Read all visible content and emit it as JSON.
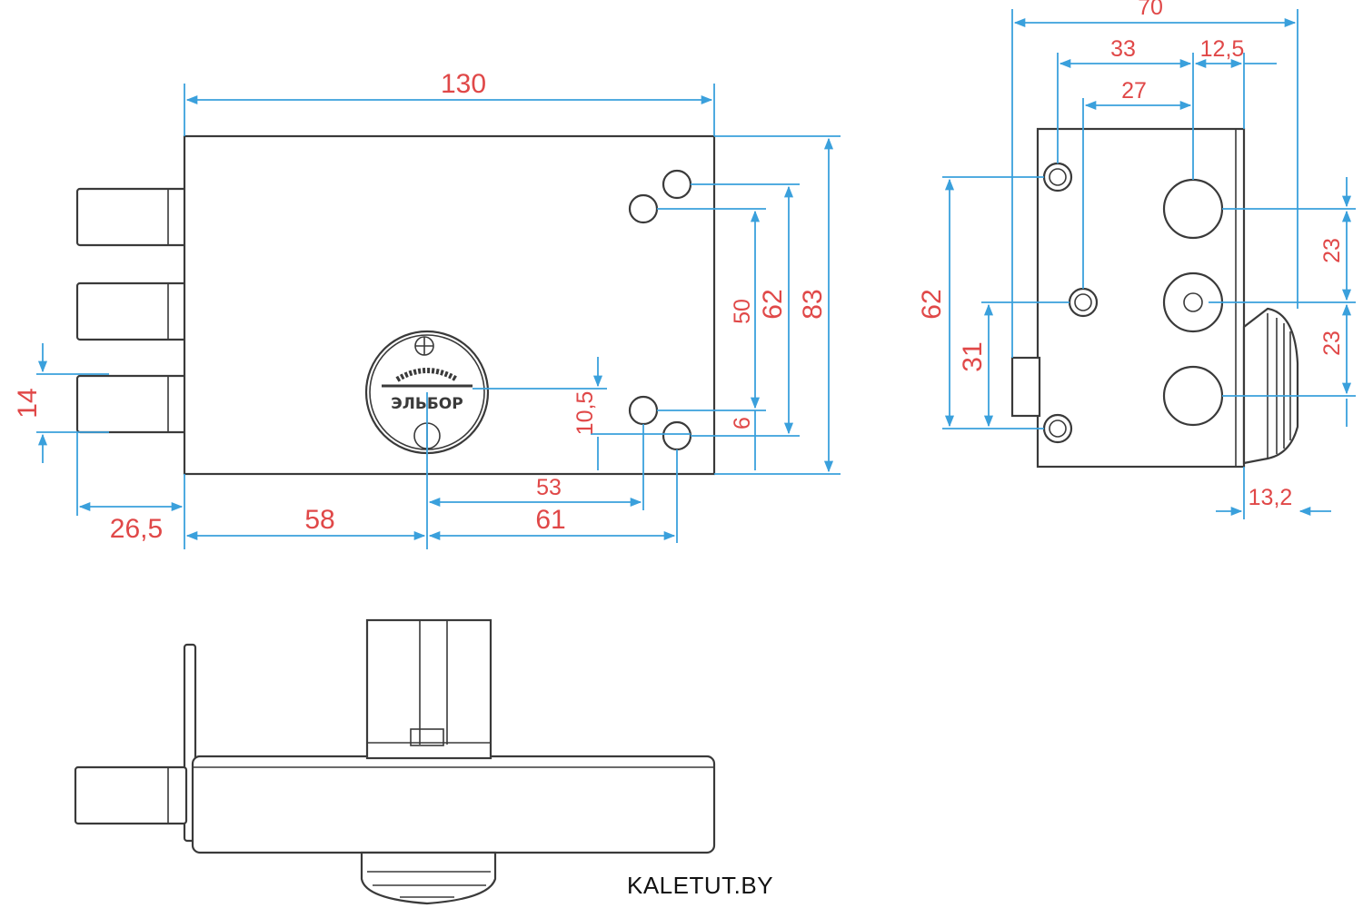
{
  "front_view": {
    "dims": {
      "overall_width": "130",
      "overall_height": "83",
      "hole_span_62": "62",
      "hole_span_50": "50",
      "hole_offset_6": "6",
      "cylinder_offset": "10,5",
      "bolt_pitch": "14",
      "bolt_projection": "26,5",
      "cylinder_x": "58",
      "hole_x_53": "53",
      "hole_x_61": "61"
    },
    "brand_label": "ЭЛЬБОР"
  },
  "side_view": {
    "dims": {
      "overall_depth": "70",
      "hole_depth_33": "33",
      "offset_12_5": "12,5",
      "hole_depth_27": "27",
      "hole_span_62": "62",
      "hole_span_31": "31",
      "bolt_pitch_upper": "23",
      "bolt_pitch_lower": "23",
      "cylinder_projection": "13,2"
    }
  },
  "watermark": "KALETUT.BY"
}
